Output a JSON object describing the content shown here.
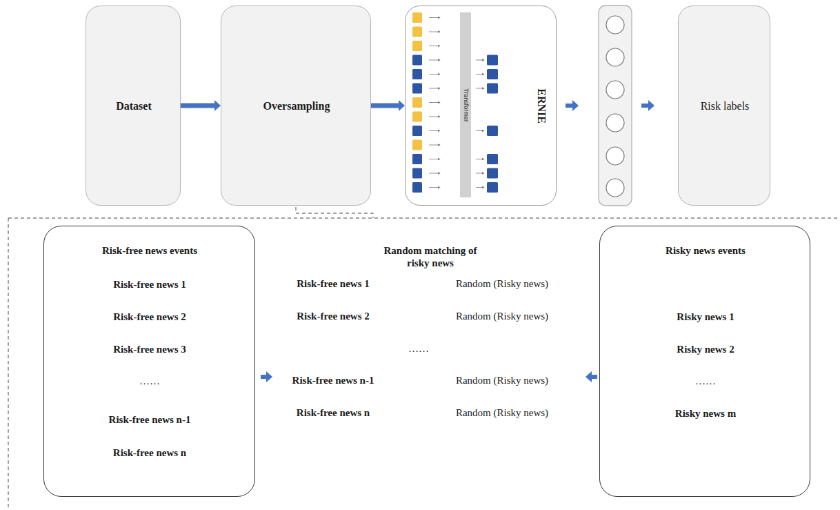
{
  "diagram": {
    "nodes": [
      {
        "text": [
          "Dataset"
        ]
      },
      {
        "text": [
          "Oversampling"
        ]
      },
      {
        "text": [
          "ERNIE"
        ]
      },
      {
        "text": [
          "Risk labels"
        ]
      },
      {
        "text": [
          "Risk-free news events",
          "Risk-free news 1",
          "Risk-free news 2",
          "Risk-free news 3",
          "……",
          "Risk-free news n-1",
          "Risk-free news n"
        ]
      },
      {
        "text": [
          "Risky news events",
          "Risky news 1",
          "Risky news 2",
          "……",
          "Risky news m"
        ]
      }
    ],
    "edges": [
      {
        "from": 0,
        "to": 1,
        "arrow": "to"
      },
      {
        "from": 1,
        "to": 2,
        "arrow": "to"
      }
    ],
    "labels": [
      "Transformer",
      "Random matching of risky news",
      "Risk-free news 1",
      "Random (Risky news)",
      "Risk-free news 2",
      "Random (Risky news)",
      "……",
      "Risk-free news n-1",
      "Random (Risky news)",
      "Risk-free news n",
      "Random (Risky news)"
    ]
  }
}
